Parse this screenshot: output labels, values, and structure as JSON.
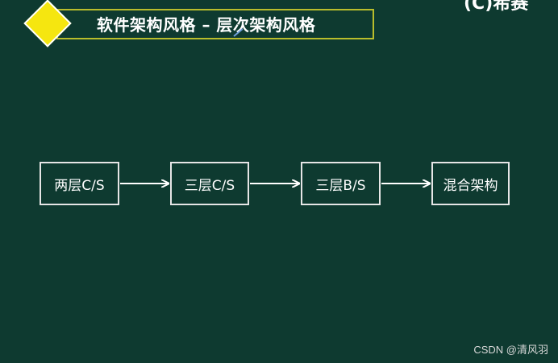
{
  "slide": {
    "title": "软件架构风格 – 层次架构风格",
    "logo_text": "(C)希赛"
  },
  "flow": {
    "steps": [
      {
        "label": "两层C/S"
      },
      {
        "label": "三层C/S"
      },
      {
        "label": "三层B/S"
      },
      {
        "label": "混合架构"
      }
    ]
  },
  "watermark": "CSDN @清风羽",
  "colors": {
    "background": "#0e3a30",
    "diamond": "#f5e610",
    "title_border": "#b9bd2c",
    "box_border": "#e6e6e6"
  }
}
